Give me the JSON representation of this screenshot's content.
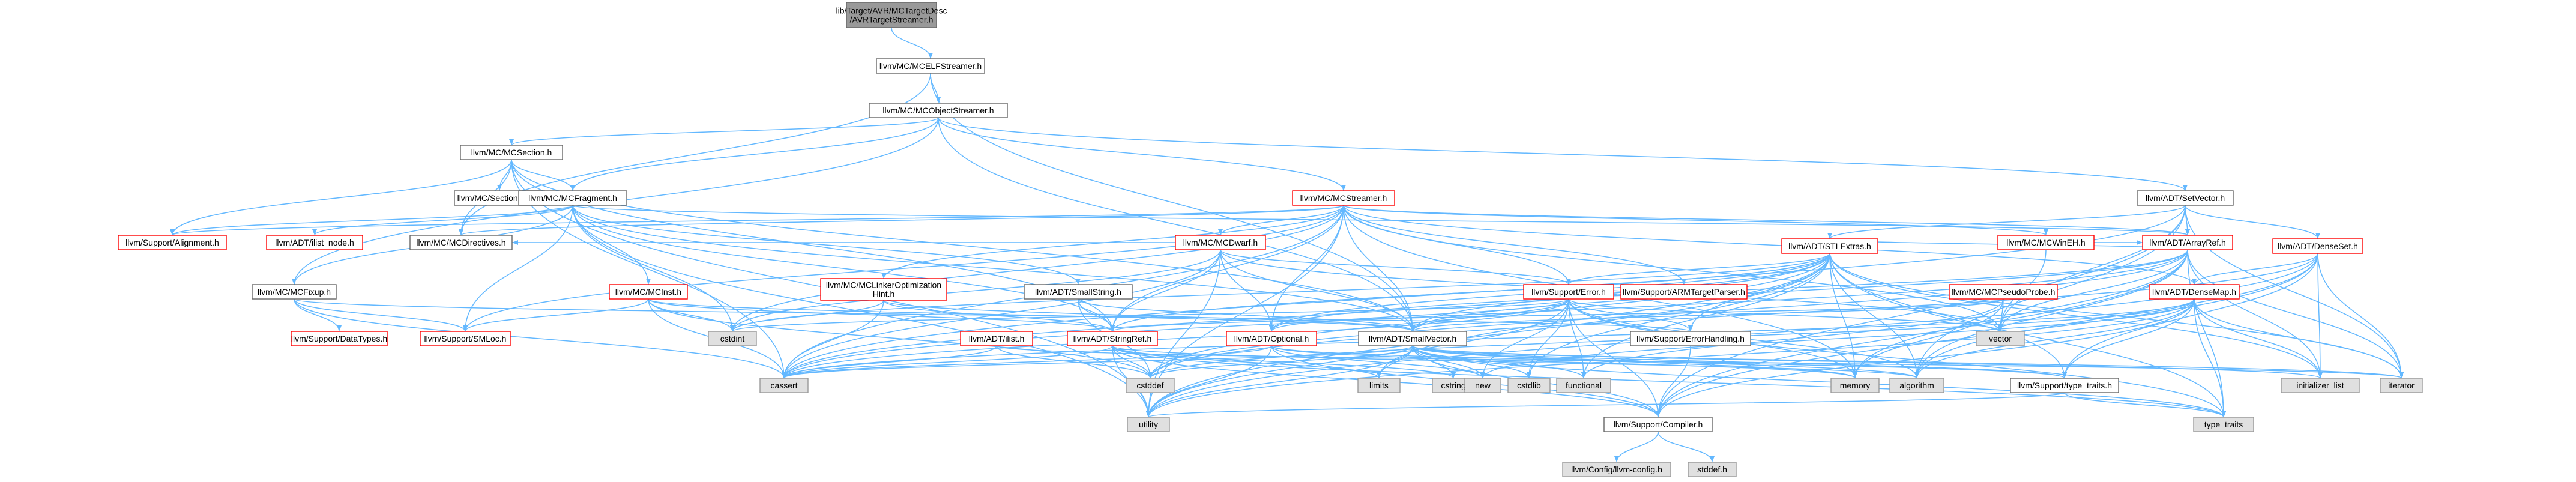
{
  "colors": {
    "root_fill": "#999999",
    "normal_fill": "#ffffff",
    "normal_stroke": "#666666",
    "truncated_stroke": "#ff0000",
    "system_fill": "#e0e0e0",
    "system_stroke": "#999999",
    "edge": "#63b8ff"
  },
  "nodes": [
    {
      "id": "root",
      "label": "lib/Target/AVR/MCTargetDesc/AVRTargetStreamer.h",
      "kind": "root"
    },
    {
      "id": "mcelf",
      "label": "llvm/MC/MCELFStreamer.h",
      "kind": "normal"
    },
    {
      "id": "mcobj",
      "label": "llvm/MC/MCObjectStreamer.h",
      "kind": "normal"
    },
    {
      "id": "mcsection",
      "label": "llvm/MC/MCSection.h",
      "kind": "normal"
    },
    {
      "id": "setvector",
      "label": "llvm/ADT/SetVector.h",
      "kind": "normal"
    },
    {
      "id": "mcstreamer",
      "label": "llvm/MC/MCStreamer.h",
      "kind": "truncated"
    },
    {
      "id": "sectionkind",
      "label": "llvm/MC/SectionKind.h",
      "kind": "normal"
    },
    {
      "id": "mcfragment",
      "label": "llvm/MC/MCFragment.h",
      "kind": "normal"
    },
    {
      "id": "arrayref",
      "label": "llvm/ADT/ArrayRef.h",
      "kind": "truncated"
    },
    {
      "id": "mcdirectives",
      "label": "llvm/MC/MCDirectives.h",
      "kind": "normal"
    },
    {
      "id": "alignment",
      "label": "llvm/Support/Alignment.h",
      "kind": "truncated"
    },
    {
      "id": "ilistnode",
      "label": "llvm/ADT/ilist_node.h",
      "kind": "truncated"
    },
    {
      "id": "mcdwarf",
      "label": "llvm/MC/MCDwarf.h",
      "kind": "truncated"
    },
    {
      "id": "mcwineh",
      "label": "llvm/MC/MCWinEH.h",
      "kind": "truncated"
    },
    {
      "id": "densemap",
      "label": "llvm/ADT/DenseMap.h",
      "kind": "truncated"
    },
    {
      "id": "denseset",
      "label": "llvm/ADT/DenseSet.h",
      "kind": "truncated"
    },
    {
      "id": "stlextras",
      "label": "llvm/ADT/STLExtras.h",
      "kind": "truncated"
    },
    {
      "id": "mcfixup",
      "label": "llvm/MC/MCFixup.h",
      "kind": "normal"
    },
    {
      "id": "mcinst",
      "label": "llvm/MC/MCInst.h",
      "kind": "truncated"
    },
    {
      "id": "smallstring",
      "label": "llvm/ADT/SmallString.h",
      "kind": "normal"
    },
    {
      "id": "mclinkeropt",
      "label": "llvm/MC/MCLinkerOptimization\nHint.h",
      "kind": "truncated"
    },
    {
      "id": "supporterror",
      "label": "llvm/Support/Error.h",
      "kind": "truncated"
    },
    {
      "id": "armtarget",
      "label": "llvm/Support/ARMTargetParser.h",
      "kind": "truncated"
    },
    {
      "id": "pseudoprobe",
      "label": "llvm/MC/MCPseudoProbe.h",
      "kind": "truncated"
    },
    {
      "id": "datatypes",
      "label": "llvm/Support/DataTypes.h",
      "kind": "truncated"
    },
    {
      "id": "smloc",
      "label": "llvm/Support/SMLoc.h",
      "kind": "truncated"
    },
    {
      "id": "ilist",
      "label": "llvm/ADT/ilist.h",
      "kind": "truncated"
    },
    {
      "id": "stringref",
      "label": "llvm/ADT/StringRef.h",
      "kind": "truncated"
    },
    {
      "id": "optional",
      "label": "llvm/ADT/Optional.h",
      "kind": "truncated"
    },
    {
      "id": "smallvector",
      "label": "llvm/ADT/SmallVector.h",
      "kind": "normal"
    },
    {
      "id": "errorhandling",
      "label": "llvm/Support/ErrorHandling.h",
      "kind": "normal"
    },
    {
      "id": "typetraits",
      "label": "llvm/Support/type_traits.h",
      "kind": "normal"
    },
    {
      "id": "compiler",
      "label": "llvm/Support/Compiler.h",
      "kind": "normal"
    },
    {
      "id": "llvmconfig",
      "label": "llvm/Config/llvm-config.h",
      "kind": "system"
    },
    {
      "id": "cstddef_h",
      "label": "stddef.h",
      "kind": "system"
    },
    {
      "id": "cstdint",
      "label": "cstdint",
      "kind": "system"
    },
    {
      "id": "cassert",
      "label": "cassert",
      "kind": "system"
    },
    {
      "id": "utility",
      "label": "utility",
      "kind": "system"
    },
    {
      "id": "cstddef",
      "label": "cstddef",
      "kind": "system"
    },
    {
      "id": "limits",
      "label": "limits",
      "kind": "system"
    },
    {
      "id": "cstring",
      "label": "cstring",
      "kind": "system"
    },
    {
      "id": "new",
      "label": "new",
      "kind": "system"
    },
    {
      "id": "cstdlib",
      "label": "cstdlib",
      "kind": "system"
    },
    {
      "id": "functional",
      "label": "functional",
      "kind": "system"
    },
    {
      "id": "memory",
      "label": "memory",
      "kind": "system"
    },
    {
      "id": "algorithm",
      "label": "algorithm",
      "kind": "system"
    },
    {
      "id": "vector",
      "label": "vector",
      "kind": "system"
    },
    {
      "id": "initlist",
      "label": "initializer_list",
      "kind": "system"
    },
    {
      "id": "iterator",
      "label": "iterator",
      "kind": "system"
    },
    {
      "id": "type_traits",
      "label": "type_traits",
      "kind": "system"
    }
  ],
  "edges": [
    [
      "root",
      "mcelf"
    ],
    [
      "mcelf",
      "mcobj"
    ],
    [
      "mcelf",
      "smallvector"
    ],
    [
      "mcelf",
      "mcdirectives"
    ],
    [
      "mcobj",
      "mcsection"
    ],
    [
      "mcobj",
      "setvector"
    ],
    [
      "mcobj",
      "mcstreamer"
    ],
    [
      "mcobj",
      "mcfragment"
    ],
    [
      "mcobj",
      "smallvector"
    ],
    [
      "mcobj",
      "mcfixup"
    ],
    [
      "mcsection",
      "sectionkind"
    ],
    [
      "mcsection",
      "mcfragment"
    ],
    [
      "mcsection",
      "mcdirectives"
    ],
    [
      "mcsection",
      "alignment"
    ],
    [
      "mcsection",
      "smallvector"
    ],
    [
      "mcsection",
      "cassert"
    ],
    [
      "mcsection",
      "utility"
    ],
    [
      "mcsection",
      "stringref"
    ],
    [
      "setvector",
      "arrayref"
    ],
    [
      "setvector",
      "denseset"
    ],
    [
      "setvector",
      "stlextras"
    ],
    [
      "setvector",
      "compiler"
    ],
    [
      "setvector",
      "cassert"
    ],
    [
      "setvector",
      "iterator"
    ],
    [
      "setvector",
      "vector"
    ],
    [
      "setvector",
      "algorithm"
    ],
    [
      "mcstreamer",
      "arrayref"
    ],
    [
      "mcstreamer",
      "densemap"
    ],
    [
      "mcstreamer",
      "optional"
    ],
    [
      "mcstreamer",
      "smallvector"
    ],
    [
      "mcstreamer",
      "stringref"
    ],
    [
      "mcstreamer",
      "mcdirectives"
    ],
    [
      "mcstreamer",
      "mcdwarf"
    ],
    [
      "mcstreamer",
      "mclinkeropt"
    ],
    [
      "mcstreamer",
      "mcpseudoprobe"
    ],
    [
      "mcstreamer",
      "mcwineh"
    ],
    [
      "mcstreamer",
      "supporterror"
    ],
    [
      "mcstreamer",
      "smloc"
    ],
    [
      "mcstreamer",
      "armtarget"
    ],
    [
      "mcstreamer",
      "cassert"
    ],
    [
      "mcstreamer",
      "cstdint"
    ],
    [
      "mcstreamer",
      "memory"
    ],
    [
      "mcstreamer",
      "utility"
    ],
    [
      "mcstreamer",
      "vector"
    ],
    [
      "mcstreamer",
      "alignment"
    ],
    [
      "mcfragment",
      "arrayref"
    ],
    [
      "mcfragment",
      "smallstring"
    ],
    [
      "mcfragment",
      "smallvector"
    ],
    [
      "mcfragment",
      "stringref"
    ],
    [
      "mcfragment",
      "ilistnode"
    ],
    [
      "mcfragment",
      "mcfixup"
    ],
    [
      "mcfragment",
      "mcinst"
    ],
    [
      "mcfragment",
      "smloc"
    ],
    [
      "mcfragment",
      "alignment"
    ],
    [
      "mcfragment",
      "casting"
    ],
    [
      "mcfragment",
      "cstdint"
    ],
    [
      "mcfragment",
      "utility"
    ],
    [
      "arrayref",
      "stlextras"
    ],
    [
      "arrayref",
      "smallvector"
    ],
    [
      "arrayref",
      "optional"
    ],
    [
      "arrayref",
      "compiler"
    ],
    [
      "arrayref",
      "algorithm"
    ],
    [
      "arrayref",
      "array"
    ],
    [
      "arrayref",
      "cassert"
    ],
    [
      "arrayref",
      "cstddef"
    ],
    [
      "arrayref",
      "initlist"
    ],
    [
      "arrayref",
      "iterator"
    ],
    [
      "arrayref",
      "memory"
    ],
    [
      "arrayref",
      "type_traits"
    ],
    [
      "arrayref",
      "vector"
    ],
    [
      "mcdwarf",
      "mcdirectives"
    ],
    [
      "mcdwarf",
      "optional"
    ],
    [
      "mcdwarf",
      "smallvector"
    ],
    [
      "mcdwarf",
      "stringref"
    ],
    [
      "mcdwarf",
      "supporterror"
    ],
    [
      "mcdwarf",
      "cassert"
    ],
    [
      "mcdwarf",
      "cstdint"
    ],
    [
      "mcdwarf",
      "utility"
    ],
    [
      "mcdwarf",
      "vector"
    ],
    [
      "mcdwarf",
      "stringmap"
    ],
    [
      "mcwineh",
      "arrayref"
    ],
    [
      "mcwineh",
      "vector"
    ],
    [
      "densemap",
      "typetraits"
    ],
    [
      "densemap",
      "compiler"
    ],
    [
      "densemap",
      "algorithm"
    ],
    [
      "densemap",
      "cassert"
    ],
    [
      "densemap",
      "cstddef"
    ],
    [
      "densemap",
      "initlist"
    ],
    [
      "densemap",
      "iterator"
    ],
    [
      "densemap",
      "new"
    ],
    [
      "densemap",
      "type_traits"
    ],
    [
      "densemap",
      "utility"
    ],
    [
      "denseset",
      "densemap"
    ],
    [
      "denseset",
      "typetraits"
    ],
    [
      "denseset",
      "compiler"
    ],
    [
      "denseset",
      "algorithm"
    ],
    [
      "denseset",
      "cstddef"
    ],
    [
      "denseset",
      "initlist"
    ],
    [
      "denseset",
      "iterator"
    ],
    [
      "denseset",
      "utility"
    ],
    [
      "stlextras",
      "stringref"
    ],
    [
      "stlextras",
      "optional"
    ],
    [
      "stlextras",
      "smallvector"
    ],
    [
      "stlextras",
      "errorhandling"
    ],
    [
      "stlextras",
      "typetraits"
    ],
    [
      "stlextras",
      "algorithm"
    ],
    [
      "stlextras",
      "cassert"
    ],
    [
      "stlextras",
      "cstddef"
    ],
    [
      "stlextras",
      "cstdint"
    ],
    [
      "stlextras",
      "cstdlib"
    ],
    [
      "stlextras",
      "functional"
    ],
    [
      "stlextras",
      "initlist"
    ],
    [
      "stlextras",
      "iterator"
    ],
    [
      "stlextras",
      "limits"
    ],
    [
      "stlextras",
      "memory"
    ],
    [
      "stlextras",
      "type_traits"
    ],
    [
      "stlextras",
      "utility"
    ],
    [
      "mcfixup",
      "smloc"
    ],
    [
      "mcfixup",
      "datatypes"
    ],
    [
      "mcfixup",
      "errorhandling"
    ],
    [
      "mcfixup",
      "cassert"
    ],
    [
      "mcinst",
      "smallvector"
    ],
    [
      "mcinst",
      "stringref"
    ],
    [
      "mcinst",
      "smloc"
    ],
    [
      "mcinst",
      "cassert"
    ],
    [
      "mcinst",
      "cstddef"
    ],
    [
      "mcinst",
      "cstdint"
    ],
    [
      "smallstring",
      "smallvector"
    ],
    [
      "smallstring",
      "stringref"
    ],
    [
      "smallstring",
      "cstddef"
    ],
    [
      "mclinkeropt",
      "smallvector"
    ],
    [
      "mclinkeropt",
      "stringref"
    ],
    [
      "mclinkeropt",
      "cassert"
    ],
    [
      "mclinkeropt",
      "cstdint"
    ],
    [
      "supporterror",
      "stlextras"
    ],
    [
      "supporterror",
      "smallvector"
    ],
    [
      "supporterror",
      "errorhandling"
    ],
    [
      "supporterror",
      "compiler"
    ],
    [
      "supporterror",
      "algorithm"
    ],
    [
      "supporterror",
      "cassert"
    ],
    [
      "supporterror",
      "cstdint"
    ],
    [
      "supporterror",
      "cstdlib"
    ],
    [
      "supporterror",
      "functional"
    ],
    [
      "supporterror",
      "memory"
    ],
    [
      "supporterror",
      "new"
    ],
    [
      "supporterror",
      "type_traits"
    ],
    [
      "supporterror",
      "utility"
    ],
    [
      "supporterror",
      "vector"
    ],
    [
      "supporterror",
      "optional"
    ],
    [
      "pseudoprobe",
      "smallvector"
    ],
    [
      "pseudoprobe",
      "stringref"
    ],
    [
      "pseudoprobe",
      "memory"
    ],
    [
      "pseudoprobe",
      "vector"
    ],
    [
      "pseudoprobe",
      "functional"
    ],
    [
      "ilist",
      "cassert"
    ],
    [
      "ilist",
      "cstddef"
    ],
    [
      "ilist",
      "iterator"
    ],
    [
      "stringref",
      "stlextras"
    ],
    [
      "stringref",
      "compiler"
    ],
    [
      "stringref",
      "algorithm"
    ],
    [
      "stringref",
      "cassert"
    ],
    [
      "stringref",
      "cstddef"
    ],
    [
      "stringref",
      "cstring"
    ],
    [
      "stringref",
      "limits"
    ],
    [
      "stringref",
      "type_traits"
    ],
    [
      "stringref",
      "utility"
    ],
    [
      "optional",
      "typetraits"
    ],
    [
      "optional",
      "compiler"
    ],
    [
      "optional",
      "cassert"
    ],
    [
      "optional",
      "memory"
    ],
    [
      "optional",
      "new"
    ],
    [
      "optional",
      "utility"
    ],
    [
      "smallvector",
      "typetraits"
    ],
    [
      "smallvector",
      "compiler"
    ],
    [
      "smallvector",
      "algorithm"
    ],
    [
      "smallvector",
      "cassert"
    ],
    [
      "smallvector",
      "cstddef"
    ],
    [
      "smallvector",
      "cstdlib"
    ],
    [
      "smallvector",
      "cstring"
    ],
    [
      "smallvector",
      "functional"
    ],
    [
      "smallvector",
      "initlist"
    ],
    [
      "smallvector",
      "iterator"
    ],
    [
      "smallvector",
      "limits"
    ],
    [
      "smallvector",
      "memory"
    ],
    [
      "smallvector",
      "new"
    ],
    [
      "smallvector",
      "type_traits"
    ],
    [
      "smallvector",
      "utility"
    ],
    [
      "errorhandling",
      "compiler"
    ],
    [
      "typetraits",
      "type_traits"
    ],
    [
      "typetraits",
      "utility"
    ],
    [
      "compiler",
      "llvmconfig"
    ],
    [
      "compiler",
      "cstddef_h"
    ]
  ]
}
